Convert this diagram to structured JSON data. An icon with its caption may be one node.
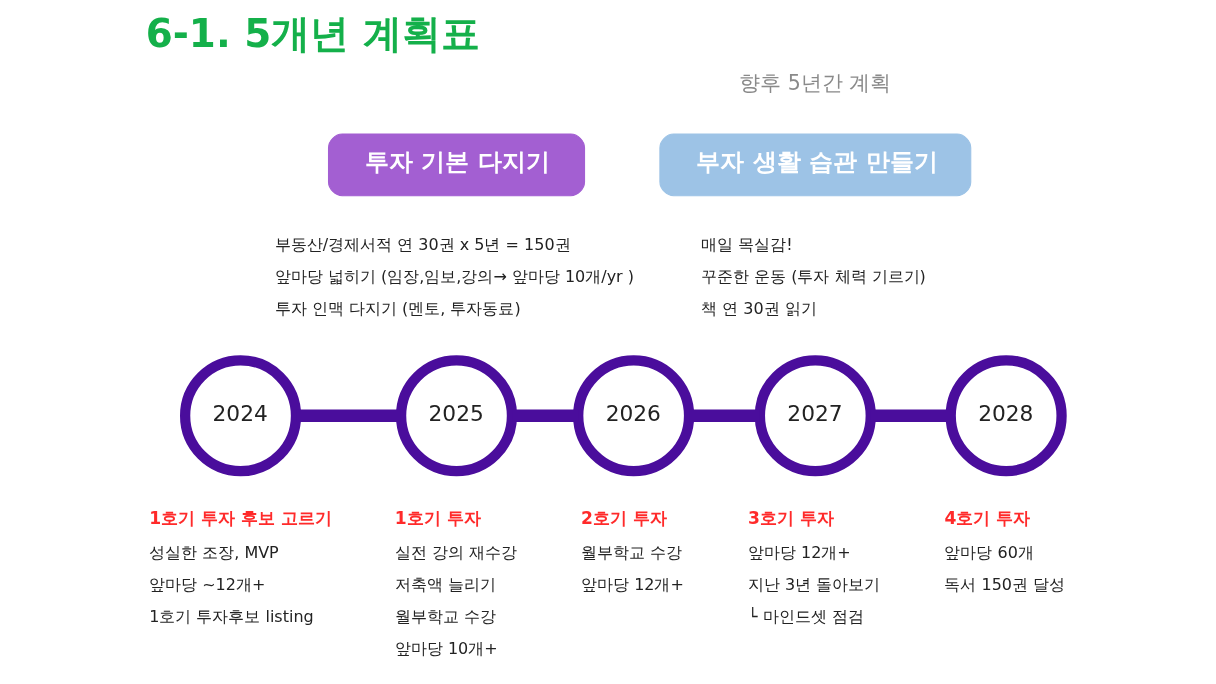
{
  "diagram": {
    "title": "6-1. 5개년 계획표",
    "nodes": [
      {
        "text": [
          "투자 기본 다지기"
        ],
        "beside": [
          "부동산/경제서적 연 30권 x 5년 = 150권",
          "앞마당 넓히기 (임장,임보,강의→ 앞마당 10개/yr )",
          "투자 인맥 다지기 (멘토, 투자동료)"
        ]
      },
      {
        "text": [
          "부자 생활 습관 만들기"
        ],
        "beside": [
          "매일 목실감!",
          "꾸준한 운동 (투자 체력 기르기)",
          "책 연 30권 읽기"
        ]
      },
      {
        "text": [
          "2024"
        ],
        "beside": [
          "1호기 투자 후보 고르기",
          "성실한 조장, MVP",
          "앞마당 ~12개+",
          "1호기 투자후보 listing"
        ]
      },
      {
        "text": [
          "2025"
        ],
        "beside": [
          "1호기 투자",
          "실전 강의 재수강",
          "저축액 늘리기",
          "월부학교 수강",
          "앞마당 10개+"
        ]
      },
      {
        "text": [
          "2026"
        ],
        "beside": [
          "2호기 투자",
          "월부학교 수강",
          "앞마당 12개+"
        ]
      },
      {
        "text": [
          "2027"
        ],
        "beside": [
          "3호기 투자",
          "앞마당 12개+",
          "지난 3년 돌아보기",
          "└ 마인드셋 점검"
        ]
      },
      {
        "text": [
          "2028"
        ],
        "beside": [
          "4호기 투자",
          "앞마당 60개",
          "독서 150권 달성"
        ]
      }
    ],
    "edges": [
      {
        "from": 2,
        "to": 3,
        "arrow": "none"
      },
      {
        "from": 3,
        "to": 4,
        "arrow": "none"
      },
      {
        "from": 4,
        "to": 5,
        "arrow": "none"
      },
      {
        "from": 5,
        "to": 6,
        "arrow": "none"
      }
    ],
    "labels": [
      "향후 5년간 계획"
    ]
  }
}
